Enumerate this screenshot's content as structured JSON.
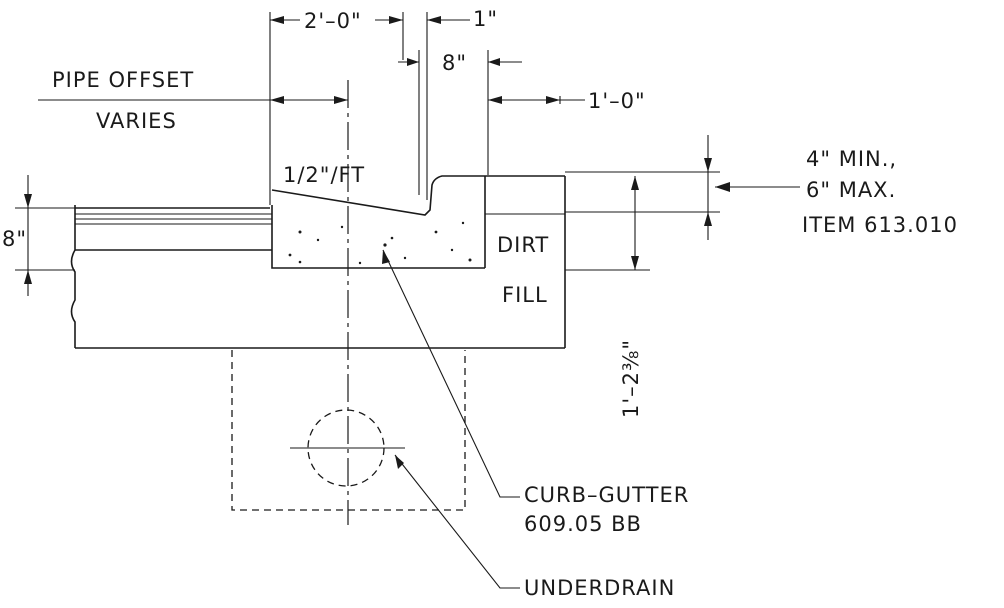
{
  "labels": {
    "top_width": "2'–0\"",
    "top_gap": "1\"",
    "curb_top": "8\"",
    "right_offset": "1'–0\"",
    "pipe_offset_line1": "PIPE OFFSET",
    "pipe_offset_line2": "VARIES",
    "slope": "1/2\"/FT",
    "lip_line1": "4\" MIN.,",
    "lip_line2": "6\" MAX.",
    "lip_line3": "ITEM 613.010",
    "slab_thickness": "8\"",
    "dirt_line1": "DIRT",
    "dirt_line2": "FILL",
    "total_depth": "1'–2⅜\"",
    "curb_gutter_line1": "CURB–GUTTER",
    "curb_gutter_line2": "609.05 BB",
    "underdrain": "UNDERDRAIN"
  }
}
